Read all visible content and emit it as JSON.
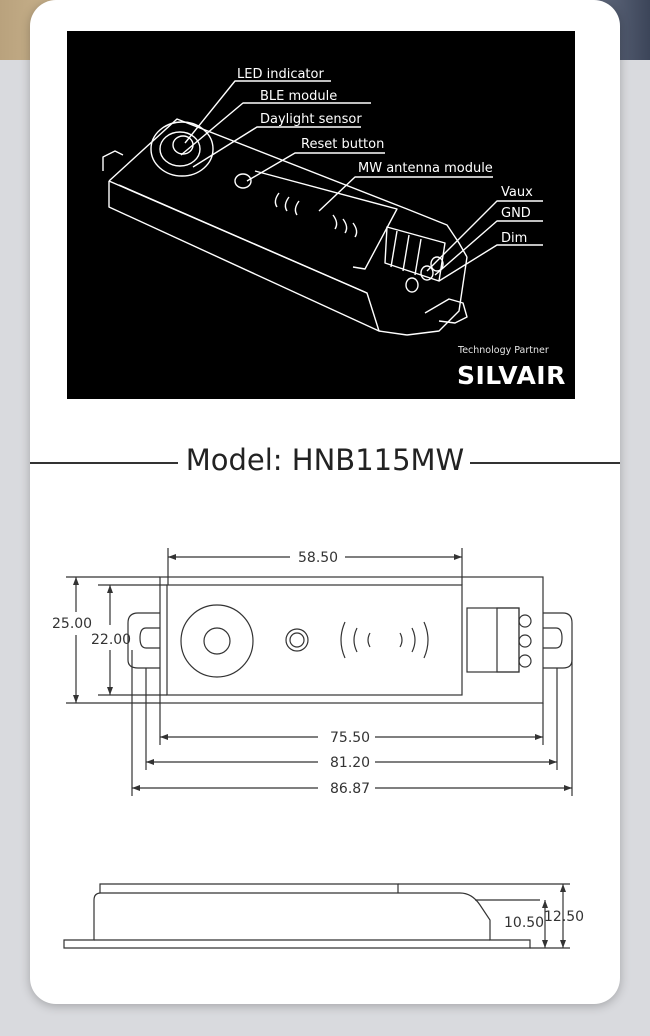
{
  "photo": {
    "labels": {
      "led_indicator": "LED indicator",
      "ble_module": "BLE module",
      "daylight_sensor": "Daylight sensor",
      "reset_button": "Reset button",
      "mw_antenna_module": "MW antenna module",
      "vaux": "Vaux",
      "gnd": "GND",
      "dim": "Dim"
    },
    "partner_text": "Technology Partner",
    "brand": "SILVAIR"
  },
  "model": {
    "title": "Model: HNB115MW"
  },
  "dimensions": {
    "top_width": "58.50",
    "outer_height": "25.00",
    "inner_height": "22.00",
    "body_length": "75.50",
    "tab_length": "81.20",
    "overall_length": "86.87",
    "side_height": "10.50",
    "side_total_height": "12.50"
  }
}
